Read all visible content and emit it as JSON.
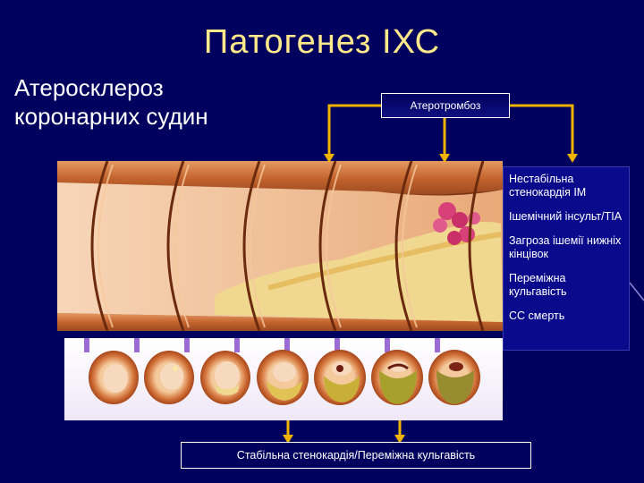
{
  "title": "Патогенез ІХС",
  "subtitle": "Атеросклероз коронарних судин",
  "atherothrombosis_label": "Атеротромбоз",
  "outcomes": [
    {
      "text": "Нестабільна стенокардія ІМ"
    },
    {
      "text": "Ішемічний інсульт/ТІА"
    },
    {
      "text": "Загроза ішемії нижніх кінцівок"
    },
    {
      "text": "Переміжна кульгавість"
    },
    {
      "text": "СС смерть"
    }
  ],
  "bottom_label": "Стабільна стенокардія/Переміжна кульгавість",
  "colors": {
    "background": "#00005e",
    "title": "#ffe98a",
    "arrow": "#f0b400",
    "wall": "#c9703a",
    "lumen": "#f4c9a3",
    "plaque": "#f0d890",
    "thrombus": "#d8407a",
    "connector": "#9a6cd4"
  }
}
